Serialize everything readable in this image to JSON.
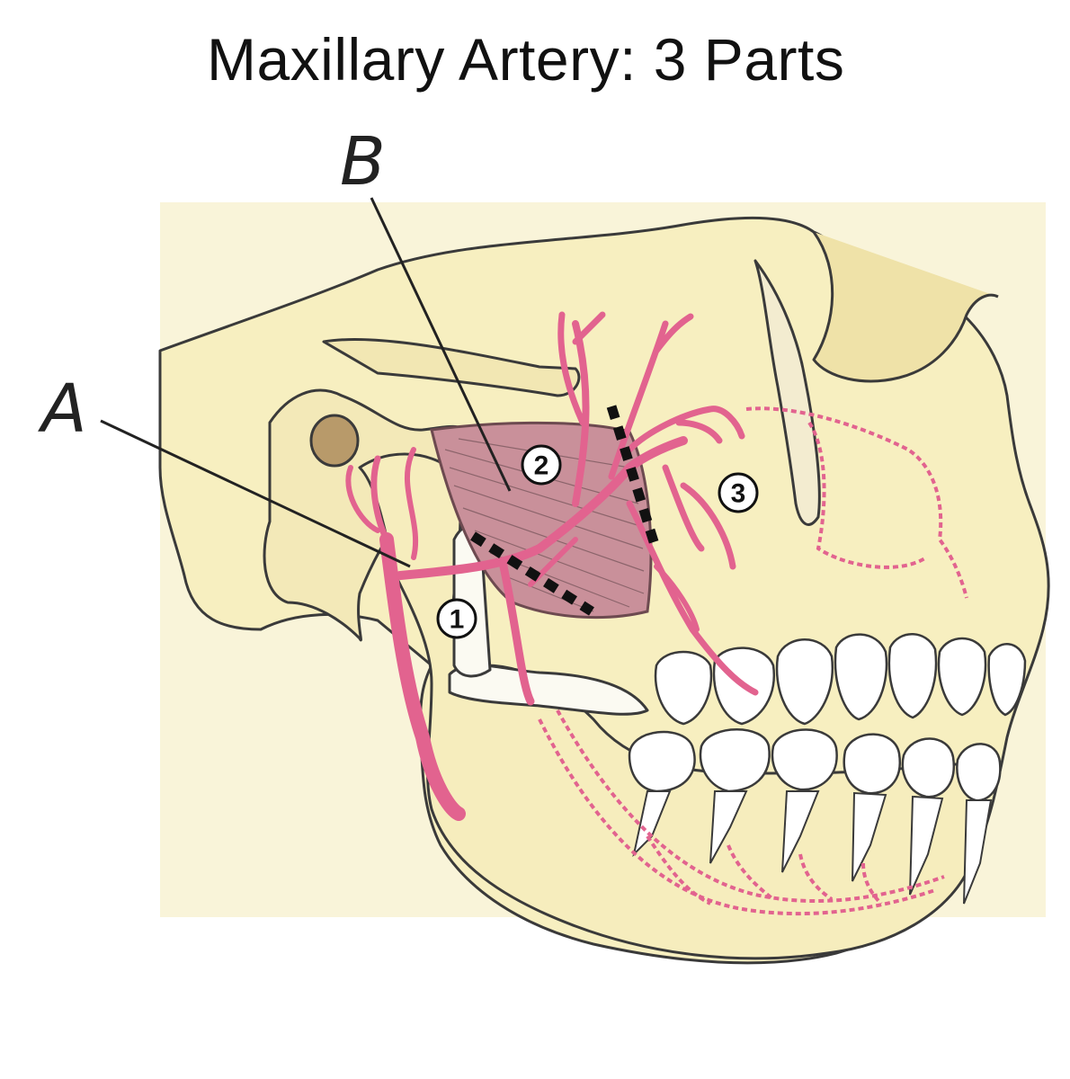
{
  "title": "Maxillary Artery: 3 Parts",
  "labels": {
    "a": "A",
    "b": "B"
  },
  "parts": {
    "one": "1",
    "two": "2",
    "three": "3"
  },
  "colors": {
    "bone": "#f7efc0",
    "bone_shadow": "#eee1a0",
    "artery": "#e2638f",
    "muscle": "#c9909a",
    "background_panel": "#f8f2d2"
  }
}
